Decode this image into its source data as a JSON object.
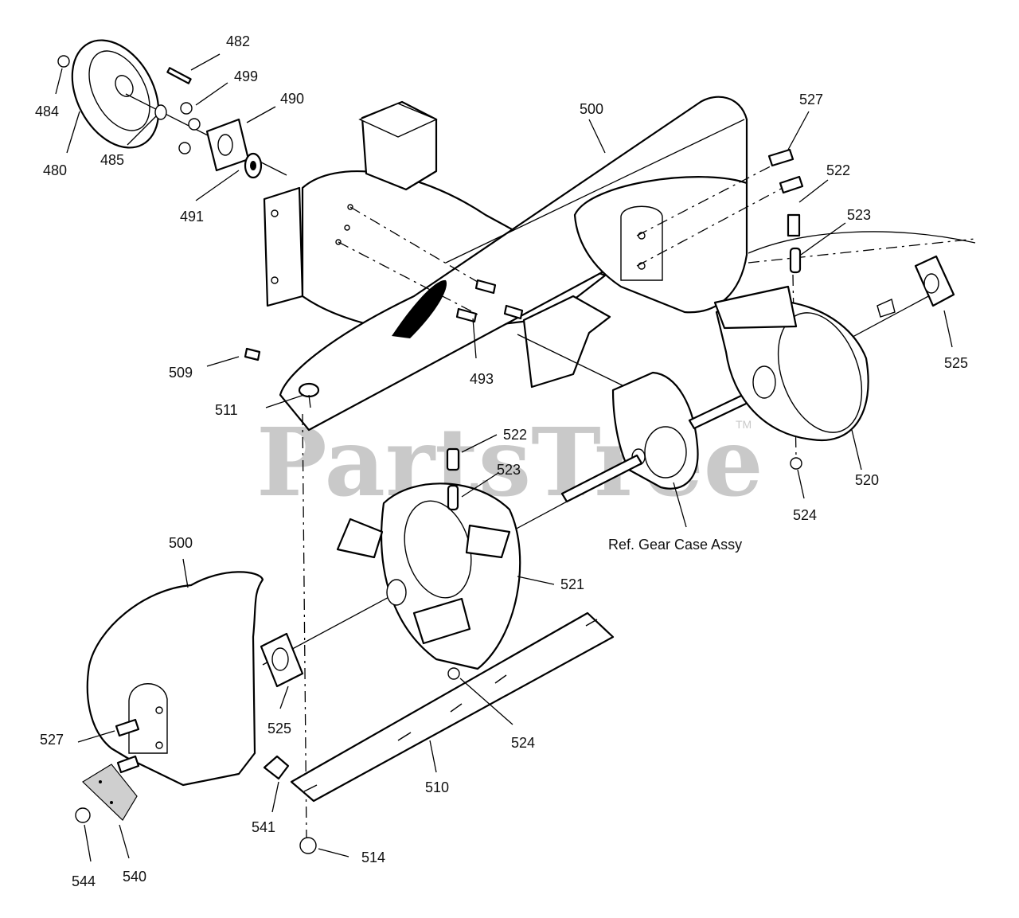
{
  "watermark": {
    "text": "PartsTree",
    "trademark": "TM",
    "color": "#c9c9c9"
  },
  "note": {
    "gear_case": "Ref. Gear Case Assy"
  },
  "callouts": {
    "c480": "480",
    "c482": "482",
    "c484": "484",
    "c485": "485",
    "c490": "490",
    "c491": "491",
    "c493": "493",
    "c499": "499",
    "c500_top": "500",
    "c500_side": "500",
    "c509": "509",
    "c510": "510",
    "c511": "511",
    "c514": "514",
    "c520": "520",
    "c521": "521",
    "c522_top": "522",
    "c522_mid": "522",
    "c523_top": "523",
    "c523_mid": "523",
    "c524_right": "524",
    "c524_low": "524",
    "c525_right": "525",
    "c525_low": "525",
    "c527_top": "527",
    "c527_low": "527",
    "c540": "540",
    "c541": "541",
    "c544": "544"
  }
}
